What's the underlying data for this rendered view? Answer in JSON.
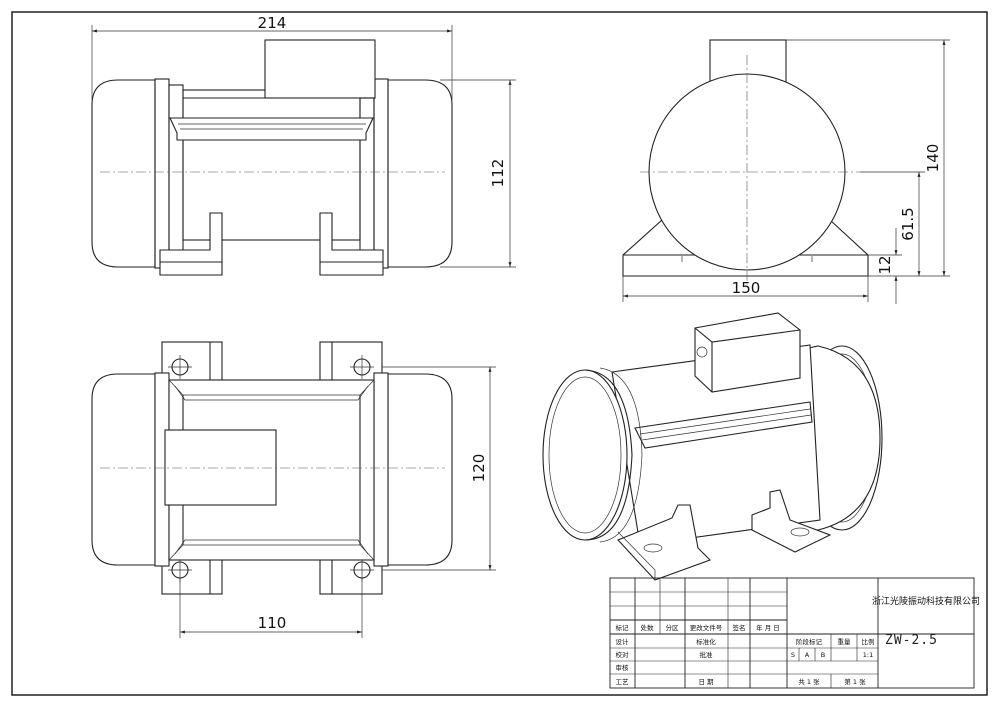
{
  "dimensions": {
    "overall_length": "214",
    "height": "112",
    "total_height": "140",
    "shaft_center_height": "61.5",
    "base_thickness": "12",
    "base_width": "150",
    "mount_depth": "120",
    "mount_spacing": "110"
  },
  "title_block": {
    "company": "浙江光陵振动科技有限公司",
    "model": "ZW-2.5",
    "rev_headers": [
      "标记",
      "处数",
      "分区",
      "更改文件号",
      "签名",
      "年 月 日"
    ],
    "row_labels": [
      "设计",
      "校对",
      "审核",
      "工艺"
    ],
    "mid_labels": [
      "标准化",
      "批准",
      "日 期"
    ],
    "stage_headers": [
      "阶段标记",
      "重量",
      "比例"
    ],
    "stage_marks": [
      "S",
      "A",
      "B"
    ],
    "scale": "1:1",
    "sheets": "共  1  张",
    "sheet_no": "第  1  张"
  }
}
